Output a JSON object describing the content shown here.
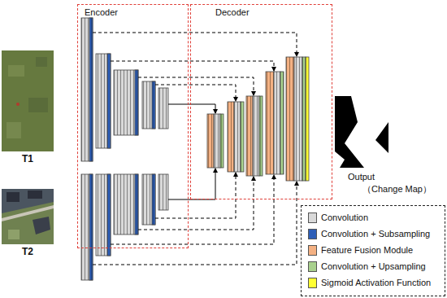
{
  "diagram": {
    "nodes": [
      {
        "text": [
          "Encoder"
        ]
      },
      {
        "text": [
          "Decoder"
        ]
      }
    ],
    "labels": [
      "T1",
      "T2",
      "Output",
      "（Change Map）"
    ],
    "legend": [
      {
        "text": "Convolution",
        "color": "#d9d9d9"
      },
      {
        "text": "Convolution + Subsampling",
        "color": "#2e5fb8"
      },
      {
        "text": "Feature Fusion Module",
        "color": "#f4b183"
      },
      {
        "text": "Convolution + Upsampling",
        "color": "#a9d18e"
      },
      {
        "text": "Sigmoid Activation Function",
        "color": "#ffff33"
      }
    ]
  }
}
